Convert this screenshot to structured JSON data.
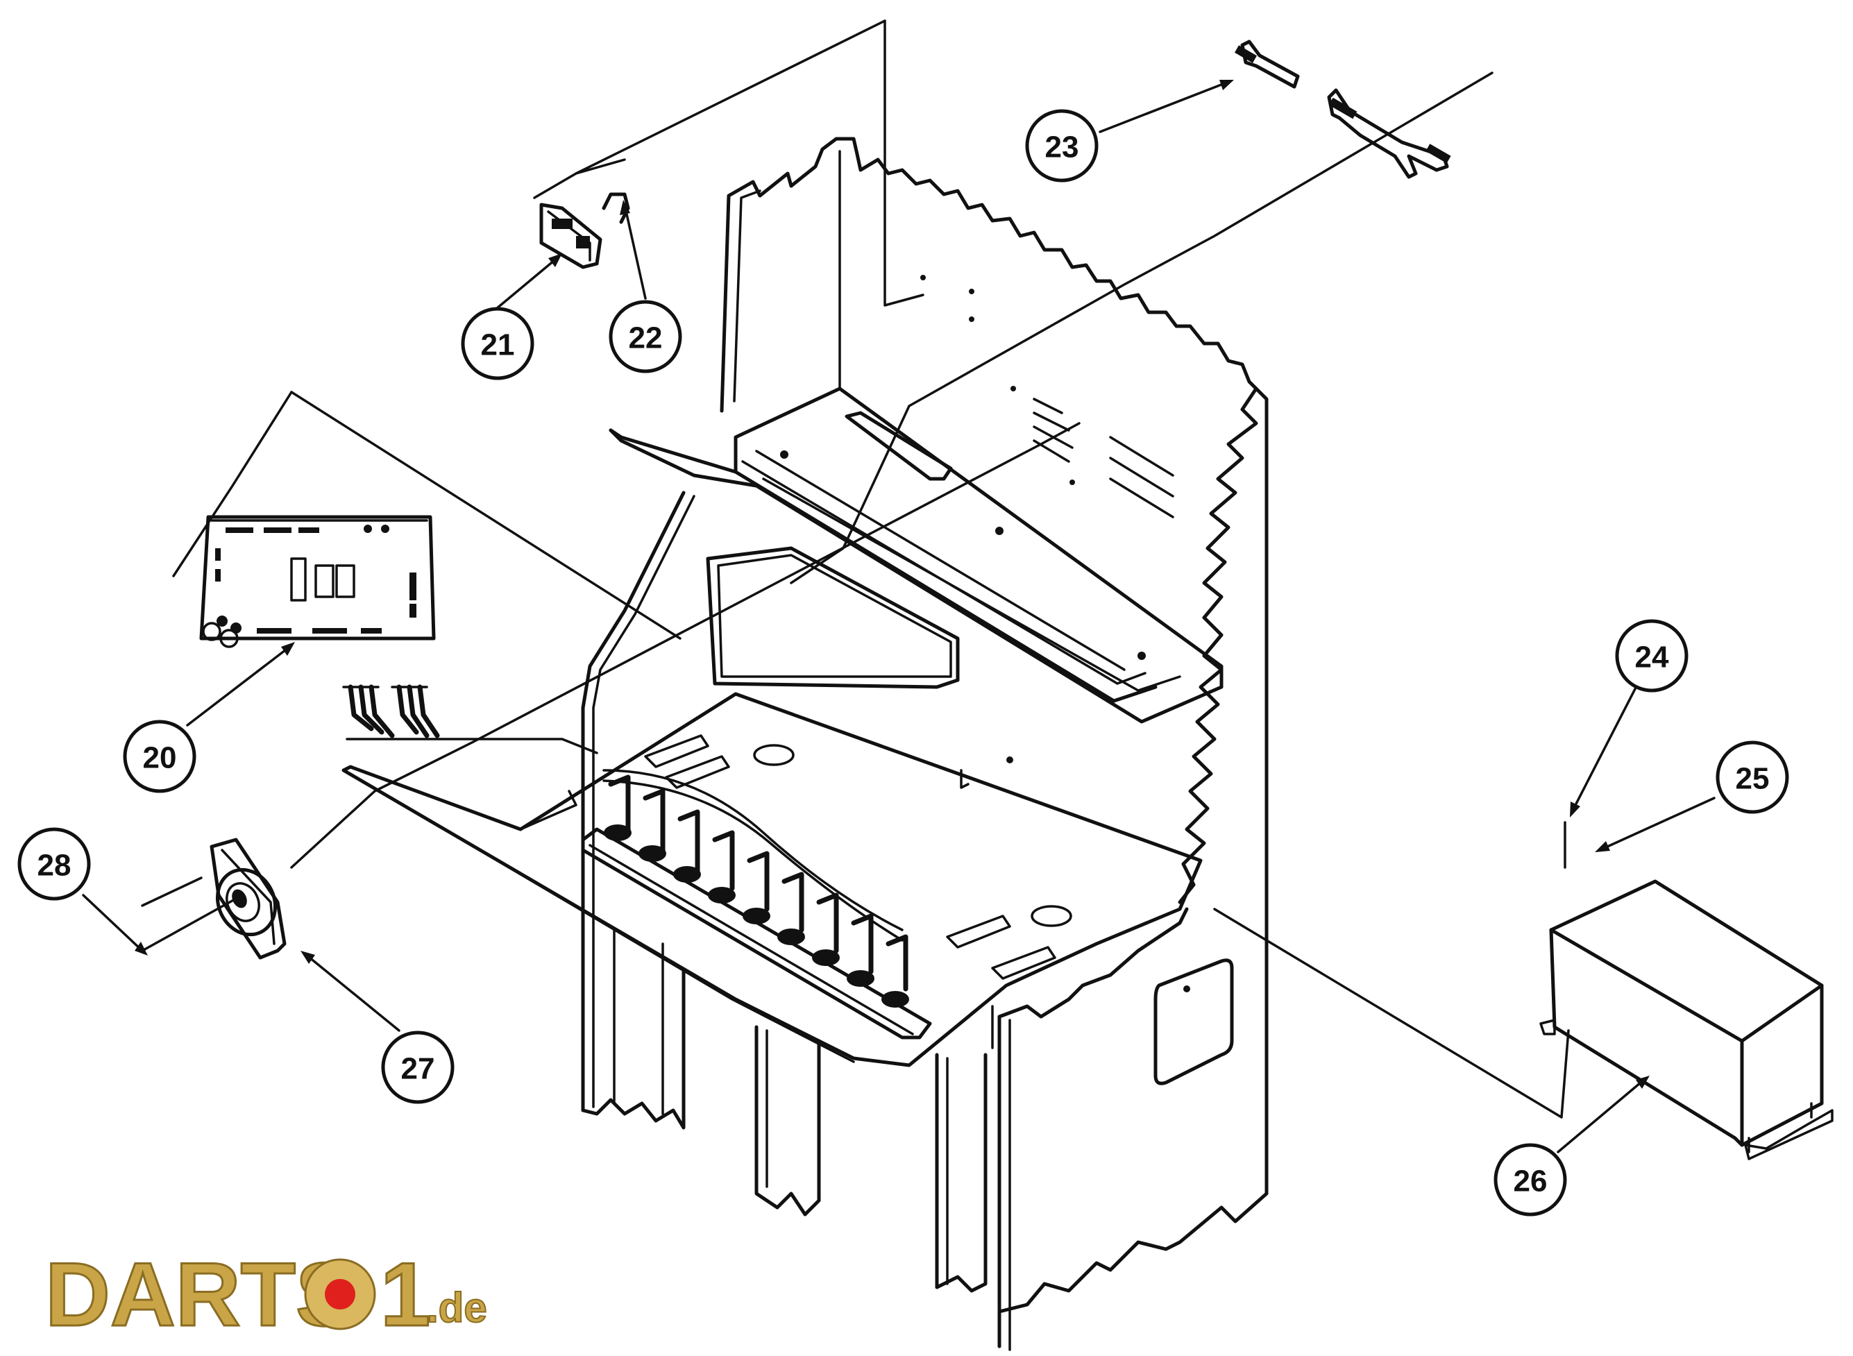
{
  "callouts": [
    {
      "id": "20",
      "label": "20"
    },
    {
      "id": "21",
      "label": "21"
    },
    {
      "id": "22",
      "label": "22"
    },
    {
      "id": "23",
      "label": "23"
    },
    {
      "id": "24",
      "label": "24"
    },
    {
      "id": "25",
      "label": "25"
    },
    {
      "id": "26",
      "label": "26"
    },
    {
      "id": "27",
      "label": "27"
    },
    {
      "id": "28",
      "label": "28"
    }
  ],
  "watermark": {
    "brand": "DARTS",
    "number": "01",
    "tld": ".de"
  },
  "colors": {
    "line": "#111111",
    "background": "#ffffff",
    "watermark_gold": "#c9a548",
    "watermark_dot": "#e0201c"
  }
}
